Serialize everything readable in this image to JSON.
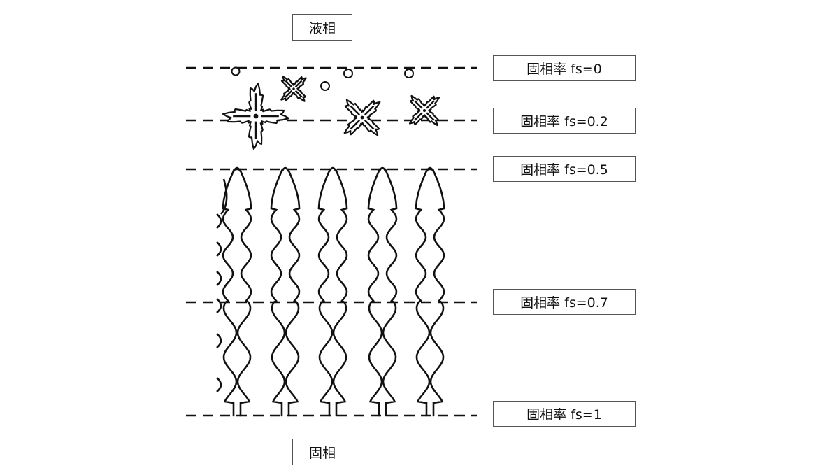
{
  "phase_labels": {
    "liquid": "液相",
    "solid": "固相"
  },
  "fs_levels": [
    {
      "label": "固相率 fs=0",
      "fs": 0
    },
    {
      "label": "固相率 fs=0.2",
      "fs": 0.2
    },
    {
      "label": "固相率 fs=0.5",
      "fs": 0.5
    },
    {
      "label": "固相率 fs=0.7",
      "fs": 0.7
    },
    {
      "label": "固相率 fs=1",
      "fs": 1
    }
  ],
  "colors": {
    "ink": "#111111",
    "box_border": "#555555",
    "background": "#ffffff"
  }
}
